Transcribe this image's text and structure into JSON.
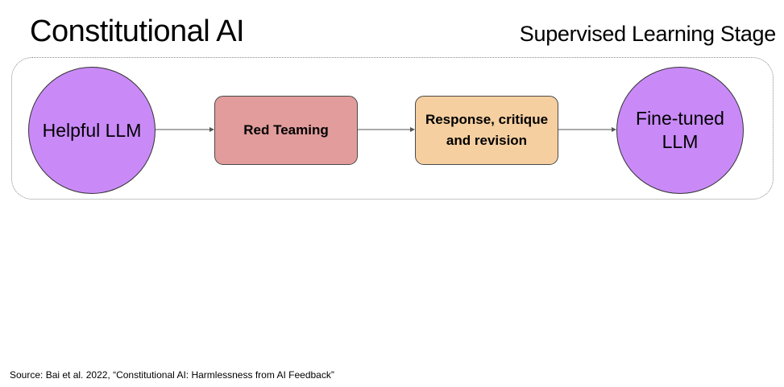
{
  "title": "Constitutional AI",
  "subtitle": "Supervised Learning Stage",
  "nodes": {
    "helpful_llm": "Helpful LLM",
    "red_teaming": "Red Teaming",
    "response_critique_revision": "Response, critique and revision",
    "fine_tuned_llm": "Fine-tuned LLM"
  },
  "colors": {
    "llm_circle": "#c98af7",
    "red_teaming_box": "#e29c9c",
    "response_box": "#f5cfa0",
    "frame_border": "#8a8a8a",
    "connector": "#555555"
  },
  "source": "Source:  Bai et al. 2022, “Constitutional AI: Harmlessness from AI Feedback”"
}
